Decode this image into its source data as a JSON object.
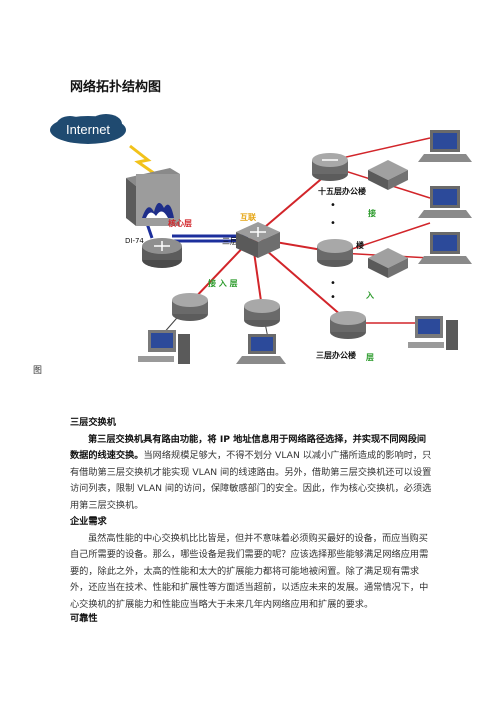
{
  "document": {
    "title": "网络拓扑结构图",
    "figure_label": "图",
    "diagram": {
      "internet": "Internet",
      "firewall_label": "DI-74",
      "core_layer": "核心层",
      "core_tag": "互联",
      "l3": "三层",
      "access_layer": "接 入 层",
      "floor15": "十五层办公楼",
      "floor_mid": "楼",
      "floor3": "三层办公楼",
      "jie": "接",
      "ru": "入",
      "ceng": "层"
    },
    "sections": [
      {
        "heading": "三层交换机",
        "lead": "第三层交换机具有路由功能，将 IP 地址信息用于网络路径选择，并实现不同网段间数据的线速交换。",
        "body": "当网络规模足够大，不得不划分 VLAN 以减小广播所造成的影响时，只有借助第三层交换机才能实现 VLAN 间的线速路由。另外，借助第三层交换机还可以设置访问列表，限制 VLAN 间的访问，保障敏感部门的安全。因此，作为核心交换机，必须选用第三层交换机。"
      },
      {
        "heading": "企业需求",
        "body": "虽然高性能的中心交换机比比皆是，但并不意味着必须购买最好的设备，而应当购买自己所需要的设备。那么，哪些设备是我们需要的呢？应该选择那些能够满足网络应用需要的，除此之外，太高的性能和太大的扩展能力都将可能地被闲置。除了满足现有需求外，还应当在技术、性能和扩展性等方面适当超前，以适应未来的发展。通常情况下，中心交换机的扩展能力和性能应当略大于未来几年内网络应用和扩展的要求。"
      },
      {
        "heading": "可靠性"
      }
    ]
  }
}
